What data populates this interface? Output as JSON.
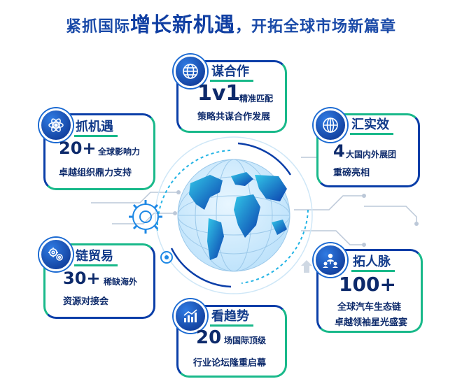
{
  "title": {
    "prefix": "紧抓国际",
    "highlight": "增长新机遇",
    "suffix": "，开拓全球市场新篇章"
  },
  "cards": {
    "strategy": {
      "label": "谋合作",
      "number": "1v1",
      "number_suffix": "精准匹配",
      "desc": "策略共谋合作发展",
      "icon": "globe-icon"
    },
    "opportunity": {
      "label": "抓机遇",
      "number": "20+",
      "number_suffix": "全球影响力",
      "desc": "卓越组织鼎力支持",
      "icon": "atom-icon"
    },
    "exhibitors": {
      "label": "汇实效",
      "number": "4",
      "number_suffix": "大国内外展团",
      "desc": "重磅亮相",
      "icon": "globe-grid-icon"
    },
    "trade": {
      "label": "链贸易",
      "number": "30+",
      "number_suffix": "稀缺海外",
      "desc": "资源对接会",
      "icon": "gears-icon"
    },
    "network": {
      "label": "拓人脉",
      "number": "100+",
      "number_suffix": "",
      "desc": "全球汽车生态链",
      "desc2": "卓越领袖星光盛宴",
      "icon": "people-icon"
    },
    "trend": {
      "label": "看趋势",
      "number": "20",
      "number_suffix": "场国际顶级",
      "desc": "行业论坛隆重启幕",
      "icon": "chart-icon"
    }
  },
  "colors": {
    "primary": "#0a3ea8",
    "accent": "#19b98a",
    "globe": "#1e88e5"
  }
}
